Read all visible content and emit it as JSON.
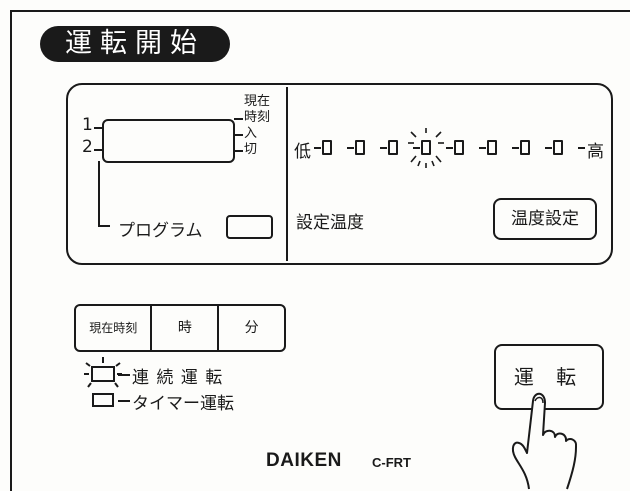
{
  "title": "運転開始",
  "display": {
    "line1": "1",
    "line2": "2",
    "label_current": "現在",
    "label_time": "時刻",
    "label_on": "入",
    "label_off": "切",
    "program_label": "プログラム",
    "level_low": "低",
    "level_high": "高",
    "setting_temp_label": "設定温度",
    "lit_level": 3,
    "level_count": 8
  },
  "buttons": {
    "temp_set": "温度設定",
    "current_time": "現在時刻",
    "hour": "時",
    "minute": "分",
    "run": "運 転"
  },
  "legend": {
    "continuous": "連 続 運 転",
    "timer": "タイマー運転"
  },
  "brand": {
    "name": "DAIKEN",
    "model": "C-FRT"
  }
}
